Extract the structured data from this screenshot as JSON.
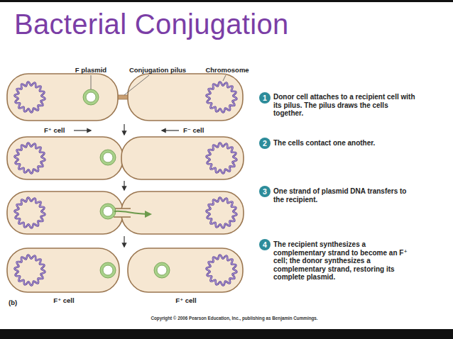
{
  "diagram": {
    "title": "Bacterial Conjugation",
    "nodes": [
      {
        "text": [
          "1"
        ]
      },
      {
        "text": [
          "2"
        ]
      },
      {
        "text": [
          "3"
        ]
      },
      {
        "text": [
          "4"
        ]
      }
    ],
    "labels": [
      "F plasmid",
      "Conjugation pilus",
      "Chromosome",
      "F⁺ cell",
      "F⁻ cell",
      "Donor cell attaches to a recipient cell with its pilus. The pilus draws the cells together.",
      "The cells contact one another.",
      "One strand of plasmid DNA transfers to the recipient.",
      "The recipient synthesizes a complementary strand to become an F⁺ cell; the donor synthesizes a complementary strand, restoring its complete plasmid.",
      "(b)",
      "F⁺ cell",
      "F⁺ cell",
      "Copyright © 2006 Pearson Education, Inc., publishing as Benjamin Cummings."
    ]
  }
}
